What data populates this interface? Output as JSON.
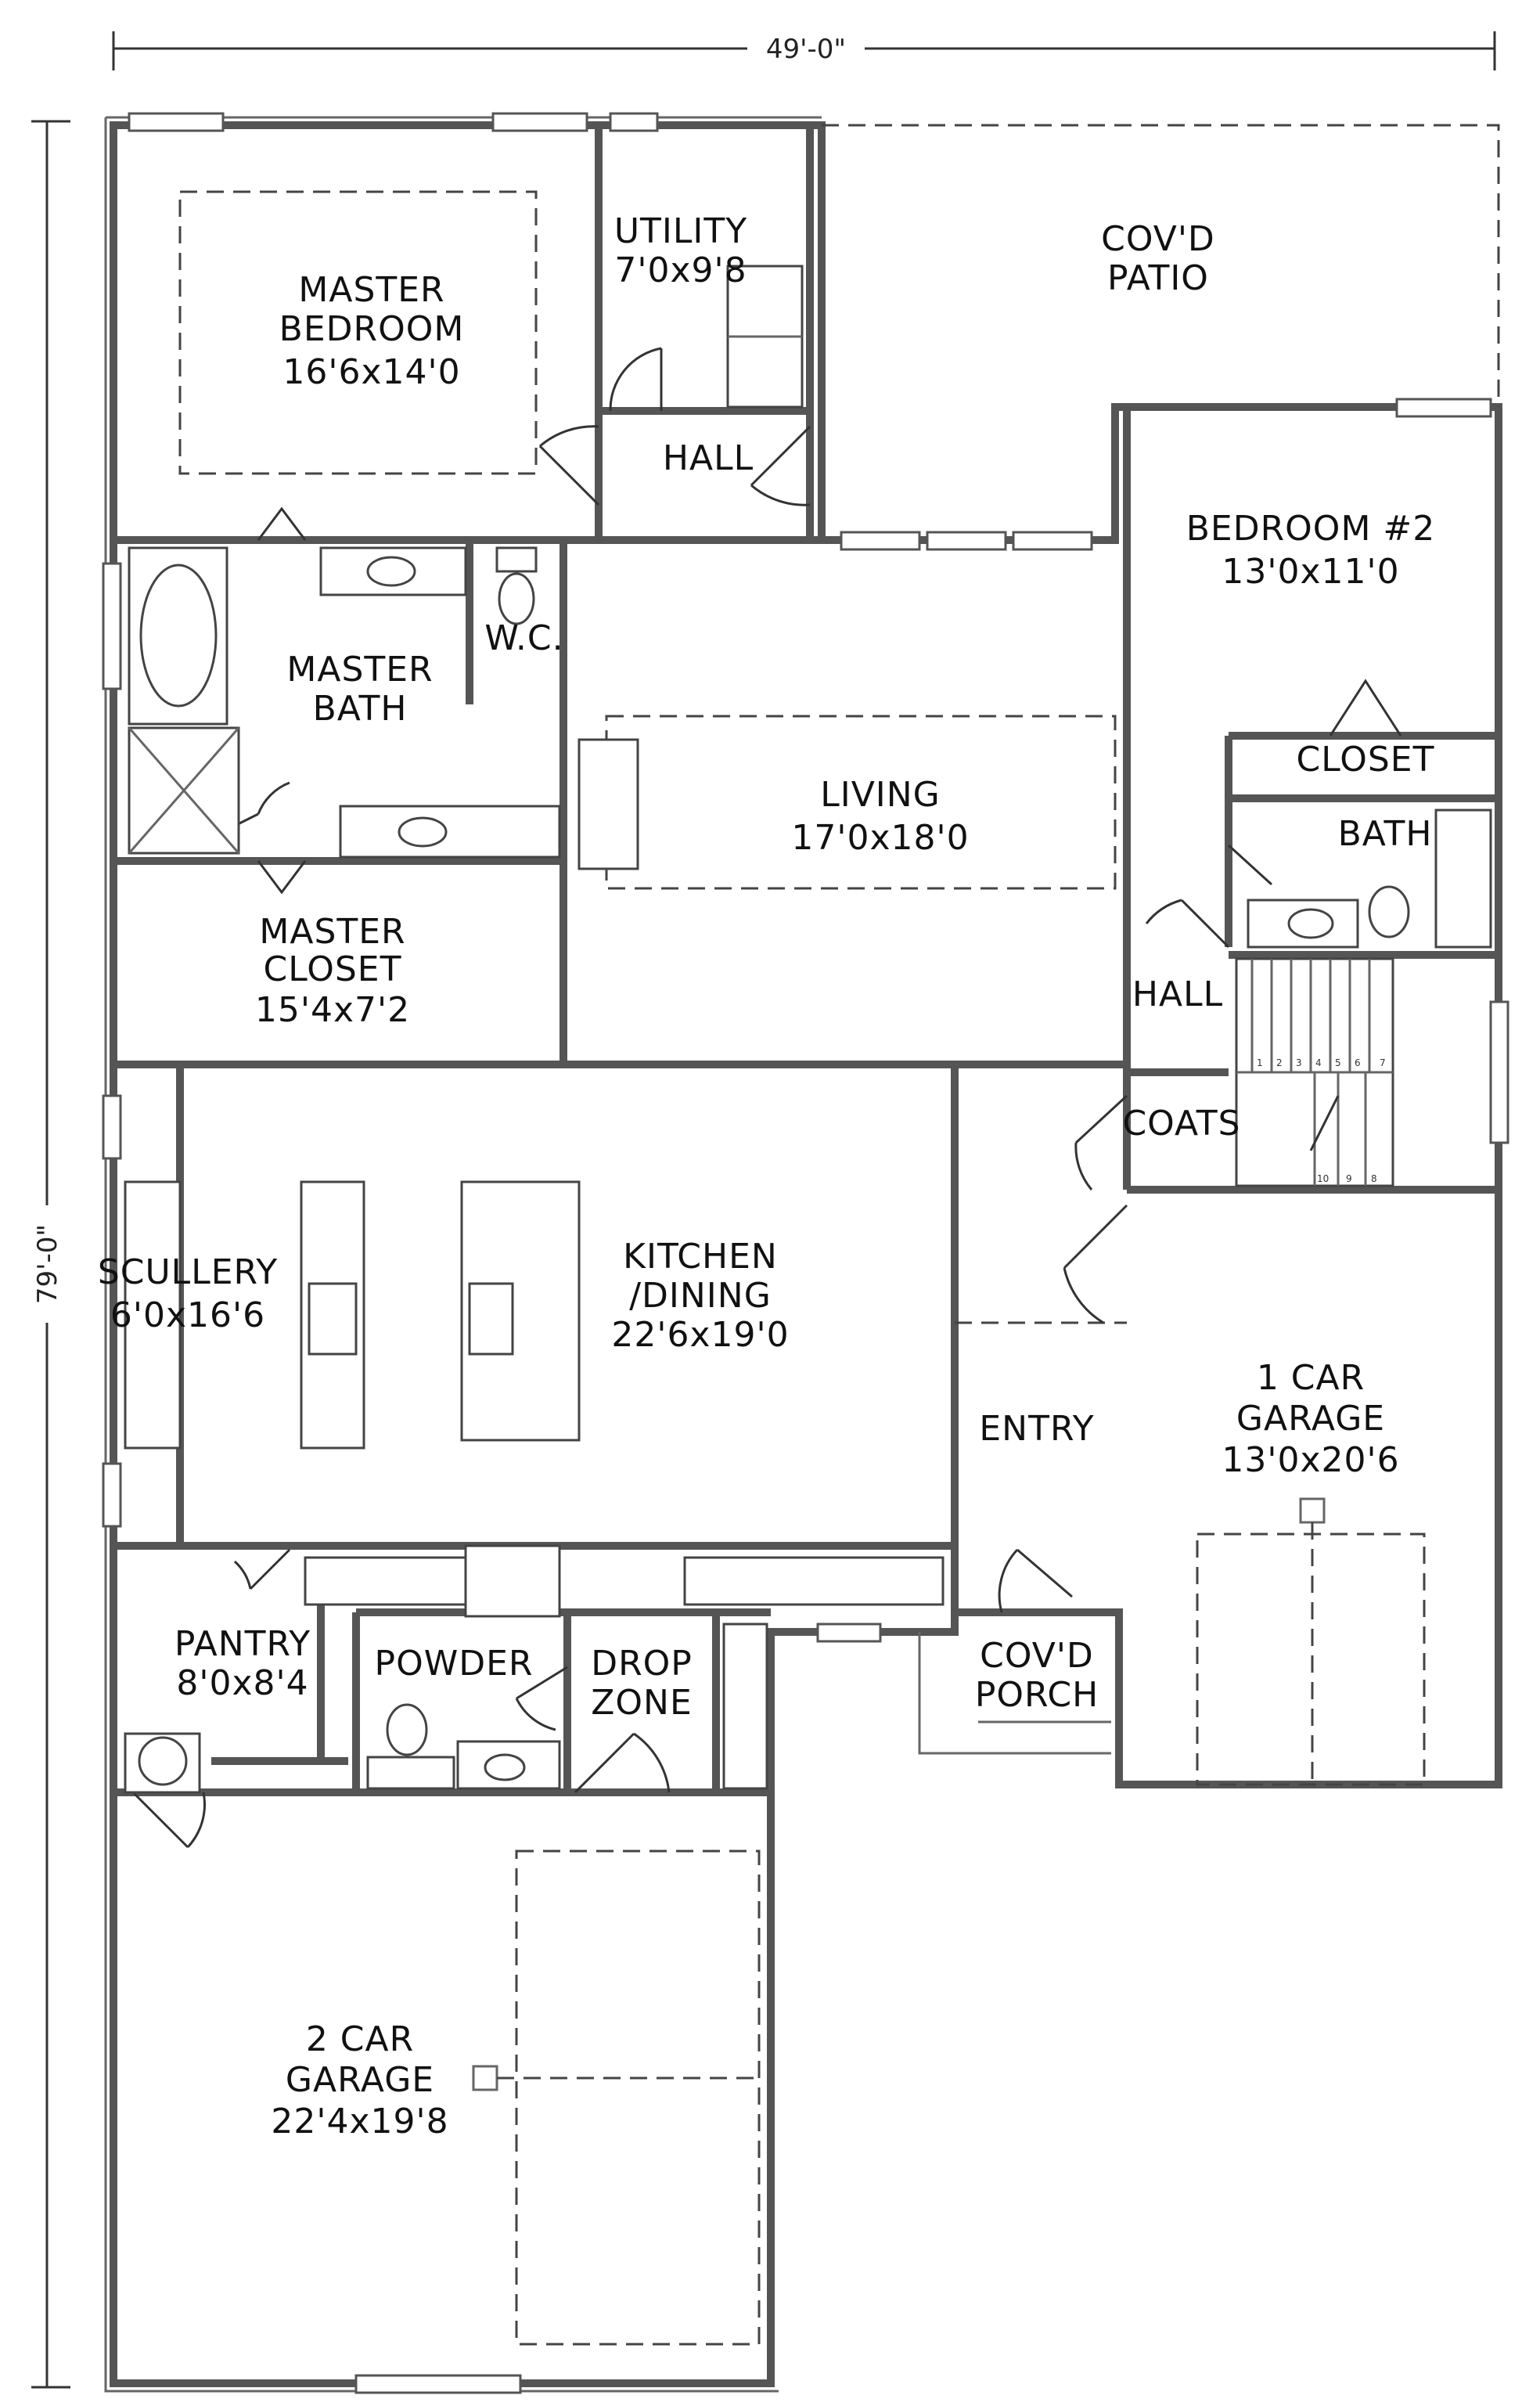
{
  "dimensions": {
    "width": "49'-0\"",
    "depth": "79'-0\""
  },
  "rooms": {
    "master_bedroom": {
      "name": "MASTER\nBEDROOM",
      "size": "16'6x14'0"
    },
    "utility": {
      "name": "UTILITY",
      "size": "7'0x9'8"
    },
    "covd_patio": {
      "name": "COV'D\nPATIO",
      "size": ""
    },
    "hall_top": {
      "name": "HALL",
      "size": ""
    },
    "bedroom2": {
      "name": "BEDROOM #2",
      "size": "13'0x11'0"
    },
    "master_bath": {
      "name": "MASTER\nBATH",
      "size": ""
    },
    "wc": {
      "name": "W.C.",
      "size": ""
    },
    "living": {
      "name": "LIVING",
      "size": "17'0x18'0"
    },
    "closet": {
      "name": "CLOSET",
      "size": ""
    },
    "bath": {
      "name": "BATH",
      "size": ""
    },
    "master_closet": {
      "name": "MASTER\nCLOSET",
      "size": "15'4x7'2"
    },
    "hall_right": {
      "name": "HALL",
      "size": ""
    },
    "coats": {
      "name": "COATS",
      "size": ""
    },
    "sculllery": {
      "name": "SCULLERY",
      "size": "6'0x16'6"
    },
    "kitchen": {
      "name": "KITCHEN\n/DINING",
      "size": "22'6x19'0"
    },
    "entry": {
      "name": "ENTRY",
      "size": ""
    },
    "garage1": {
      "name": "1 CAR\nGARAGE",
      "size": "13'0x20'6"
    },
    "pantry": {
      "name": "PANTRY",
      "size": "8'0x8'4"
    },
    "powder": {
      "name": "POWDER",
      "size": ""
    },
    "drop_zone": {
      "name": "DROP\nZONE",
      "size": ""
    },
    "covd_porch": {
      "name": "COV'D\nPORCH",
      "size": ""
    },
    "garage2": {
      "name": "2 CAR\nGARAGE",
      "size": "22'4x19'8"
    }
  },
  "stair_numbers": [
    "1",
    "2",
    "3",
    "4",
    "5",
    "6",
    "7",
    "8",
    "9",
    "10"
  ]
}
